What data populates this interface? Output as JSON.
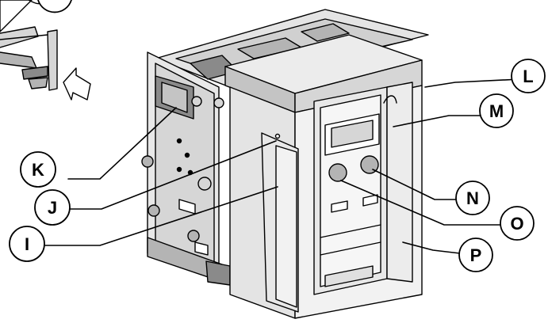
{
  "callouts": [
    {
      "id": "K",
      "label": "K"
    },
    {
      "id": "J",
      "label": "J"
    },
    {
      "id": "I",
      "label": "I"
    },
    {
      "id": "L",
      "label": "L"
    },
    {
      "id": "M",
      "label": "M"
    },
    {
      "id": "N",
      "label": "N"
    },
    {
      "id": "O",
      "label": "O"
    },
    {
      "id": "P",
      "label": "P"
    }
  ],
  "colors": {
    "line": "#000000",
    "light_gray": "#d6d6d6",
    "mid_gray": "#b4b4b4",
    "dark_gray": "#8a8a8a",
    "white": "#ffffff"
  },
  "icons": {
    "insertion_arrow": "arrow-icon",
    "cradle": "cradle-chassis",
    "breaker": "circuit-breaker-body"
  }
}
